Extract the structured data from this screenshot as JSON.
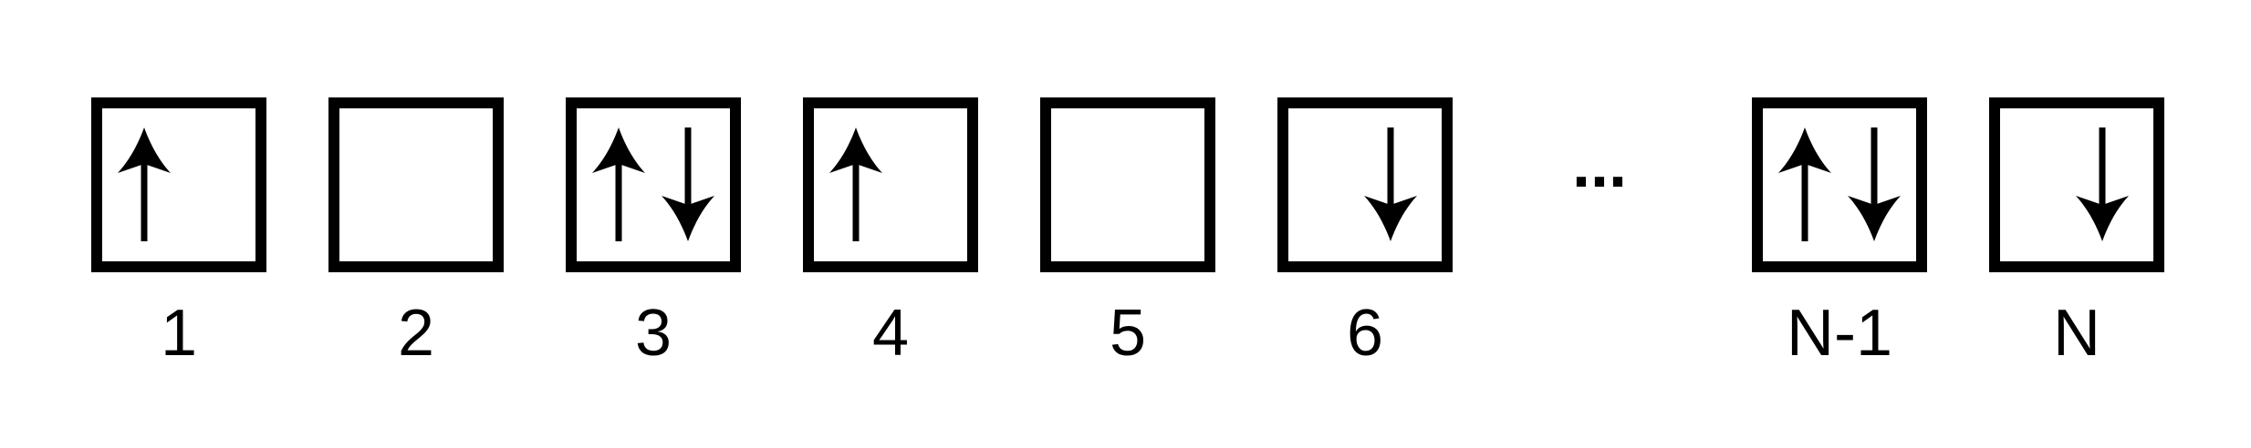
{
  "colors": {
    "stroke": "#000000",
    "background": "#ffffff"
  },
  "cells": [
    {
      "label": "1",
      "spins": [
        "up-arrow-icon"
      ]
    },
    {
      "label": "2",
      "spins": []
    },
    {
      "label": "3",
      "spins": [
        "up-arrow-icon",
        "down-arrow-icon"
      ]
    },
    {
      "label": "4",
      "spins": [
        "up-arrow-icon"
      ]
    },
    {
      "label": "5",
      "spins": []
    },
    {
      "label": "6",
      "spins": [
        "down-arrow-icon"
      ]
    },
    {
      "label": "N-1",
      "spins": [
        "up-arrow-icon",
        "down-arrow-icon"
      ]
    },
    {
      "label": "N",
      "spins": [
        "down-arrow-icon"
      ]
    }
  ],
  "ellipsis": "..."
}
